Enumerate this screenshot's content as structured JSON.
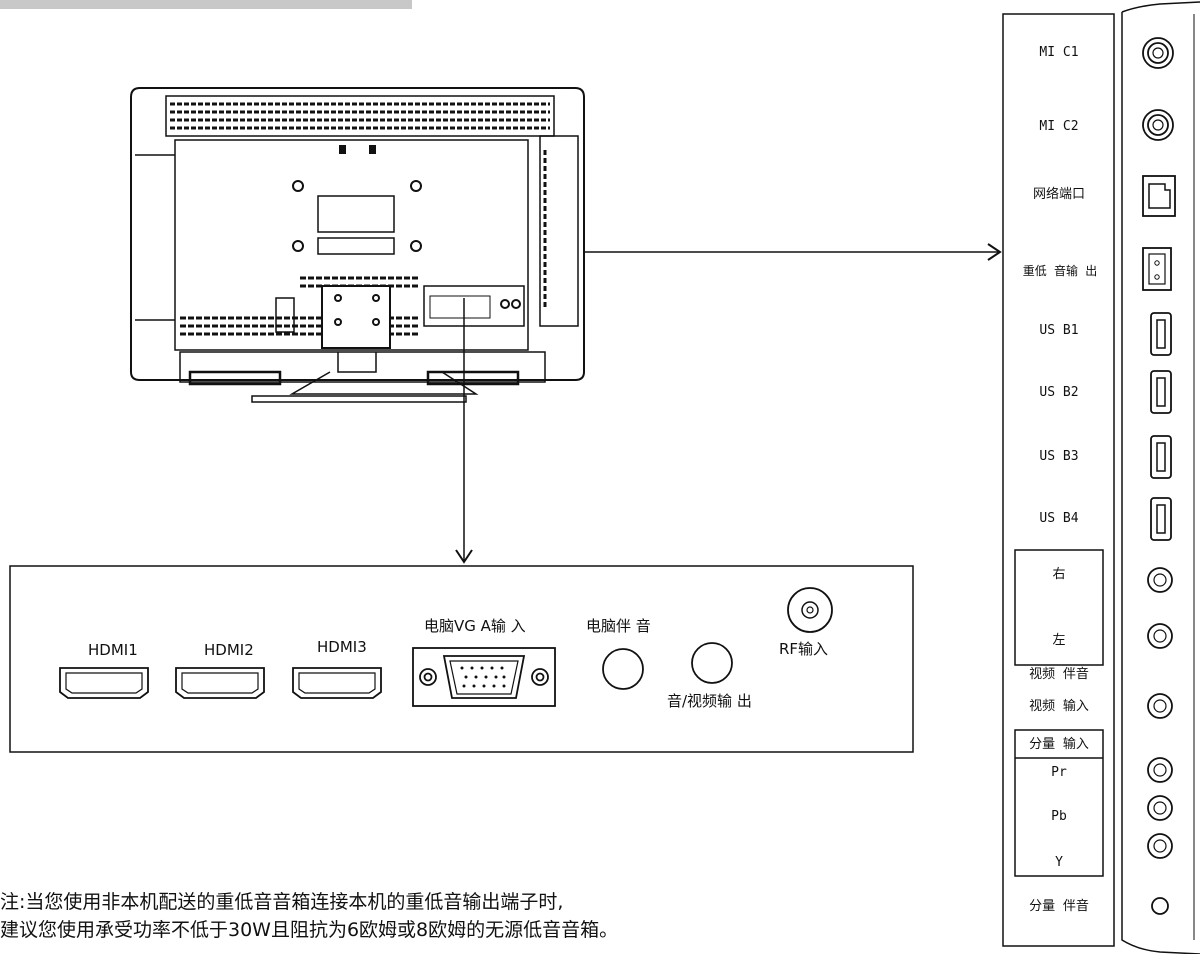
{
  "colors": {
    "line": "#111111",
    "background": "#ffffff",
    "header_bar": "#c8c8c8"
  },
  "bottom_panel": {
    "hdmi1": "HDMI1",
    "hdmi2": "HDMI2",
    "hdmi3": "HDMI3",
    "vga_in": "电脑VG A输 入",
    "pc_audio": "电脑伴 音",
    "av_out": "音/视频输 出",
    "rf_in": "RF输入"
  },
  "side_panel": {
    "mic1": "MI C1",
    "mic2": "MI C2",
    "network": "网络端口",
    "subwoofer_out": "重低 音输 出",
    "usb1": "US B1",
    "usb2": "US B2",
    "usb3": "US B3",
    "usb4": "US B4",
    "right": "右",
    "left": "左",
    "video_audio": "视频 伴音",
    "video_in": "视频 输入",
    "component_in": "分量 输入",
    "pr": "Pr",
    "pb": "Pb",
    "y": "Y",
    "component_audio": "分量 伴音"
  },
  "note": {
    "line1": "注:当您使用非本机配送的重低音音箱连接本机的重低音输出端子时,",
    "line2": "建议您使用承受功率不低于30W且阻抗为6欧姆或8欧姆的无源低音音箱。"
  }
}
